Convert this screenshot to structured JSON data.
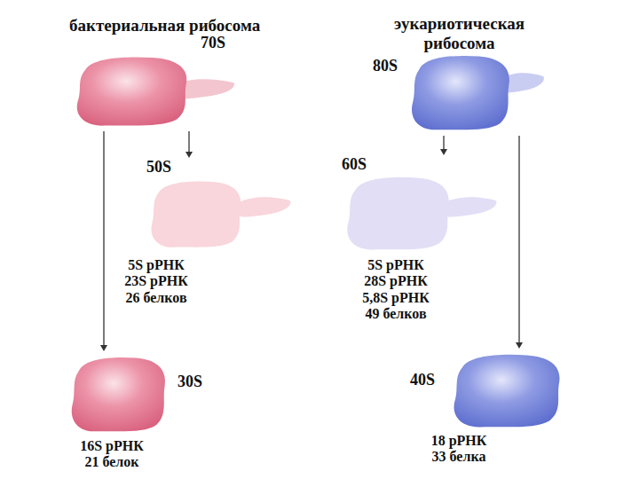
{
  "diagram": {
    "nodes": [
      {
        "text": [
          "бактериальная рибосома",
          "70S"
        ]
      },
      {
        "text": [
          "эукариотическая рибосома",
          "80S"
        ]
      },
      {
        "text": [
          "50S",
          "5S рРНК 23S рРНК 26 белков"
        ]
      },
      {
        "text": [
          "60S",
          "5S рРНК 28S рРНК 5,8S рРНК 49 белков"
        ]
      },
      {
        "text": [
          "30S",
          "16S рРНК 21 белок"
        ]
      },
      {
        "text": [
          "40S",
          "18 рРНК 33 белка"
        ]
      }
    ],
    "edges": [
      {
        "from": 0,
        "to": 2,
        "arrow": "to"
      },
      {
        "from": 0,
        "to": 4,
        "arrow": "to"
      },
      {
        "from": 1,
        "to": 3,
        "arrow": "to"
      },
      {
        "from": 1,
        "to": 5,
        "arrow": "to"
      }
    ]
  }
}
